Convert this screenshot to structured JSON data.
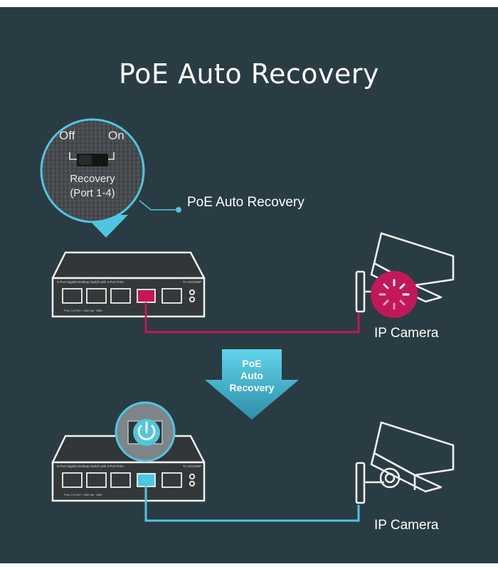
{
  "title": "PoE Auto Recovery",
  "switch_detail": {
    "off_label": "Off",
    "on_label": "On",
    "caption_line1": "Recovery",
    "caption_line2": "(Port 1-4)"
  },
  "callout_label": "PoE Auto Recovery",
  "arrow_label_lines": [
    "PoE",
    "Auto",
    "Recovery"
  ],
  "top_camera_label": "IP Camera",
  "bottom_camera_label": "IP Camera",
  "colors": {
    "background": "#2a3c43",
    "fault_cable": "#c2185b",
    "restored_cable": "#4fc6e0",
    "accent": "#4fc6e0"
  }
}
